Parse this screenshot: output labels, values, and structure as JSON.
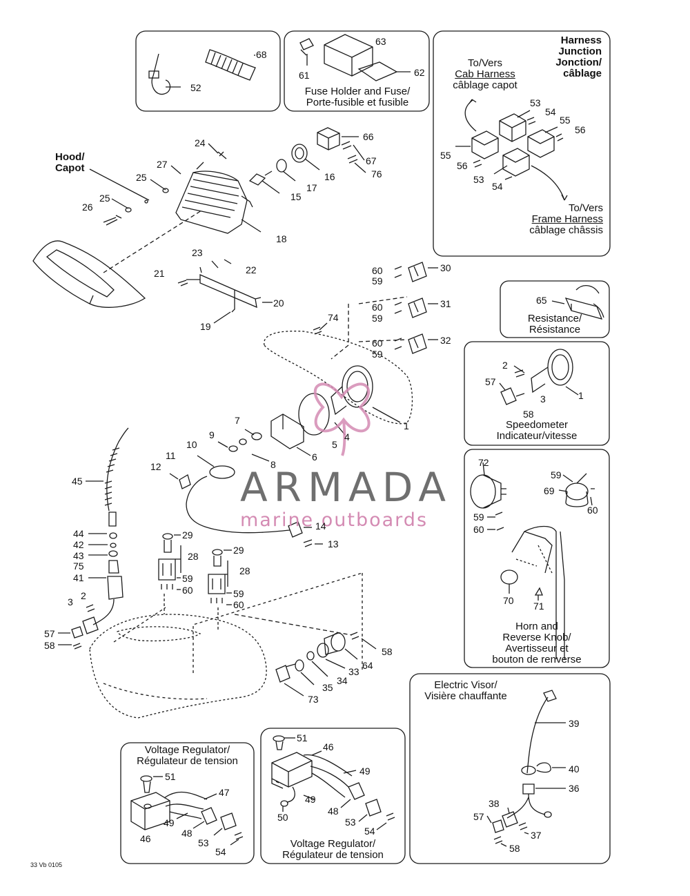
{
  "doc_id": "33 Vb 0105",
  "watermark": {
    "brand": "ARMADA",
    "tagline": "marine outboards",
    "color": "#d48bb3"
  },
  "captions": {
    "hood": [
      "Hood/",
      "Capot"
    ],
    "fuse": [
      "Fuse Holder and Fuse/",
      "Porte-fusible et fusible"
    ],
    "harness_title": [
      "Harness",
      "Junction",
      "Jonction/",
      "câblage"
    ],
    "to_cab": [
      "To/Vers",
      "Cab Harness",
      "câblage capot"
    ],
    "to_frame": [
      "To/Vers",
      "Frame Harness",
      "câblage châssis"
    ],
    "resistance": [
      "Resistance/",
      "Résistance"
    ],
    "speedometer": [
      "Speedometer",
      "Indicateur/vitesse"
    ],
    "horn": [
      "Horn and",
      "Reverse Knob/",
      "Avertisseur et",
      "bouton de renverse"
    ],
    "visor": [
      "Electric Visor/",
      "Visière chauffante"
    ],
    "vreg_left": [
      "Voltage Regulator/",
      "Régulateur de tension"
    ],
    "vreg_mid": [
      "Voltage Regulator/",
      "Régulateur de tension"
    ]
  },
  "callouts": [
    {
      "id": "c1",
      "text": "68"
    },
    {
      "id": "c2",
      "text": "52"
    },
    {
      "id": "c3",
      "text": "63"
    },
    {
      "id": "c4",
      "text": "61"
    },
    {
      "id": "c5",
      "text": "62"
    },
    {
      "id": "c6",
      "text": "53"
    },
    {
      "id": "c7",
      "text": "54"
    },
    {
      "id": "c8",
      "text": "55"
    },
    {
      "id": "c9",
      "text": "56"
    },
    {
      "id": "c10",
      "text": "55"
    },
    {
      "id": "c11",
      "text": "56"
    },
    {
      "id": "c12",
      "text": "53"
    },
    {
      "id": "c13",
      "text": "54"
    },
    {
      "id": "c14",
      "text": "66"
    },
    {
      "id": "c15",
      "text": "67"
    },
    {
      "id": "c16",
      "text": "76"
    },
    {
      "id": "c17",
      "text": "16"
    },
    {
      "id": "c18",
      "text": "17"
    },
    {
      "id": "c19",
      "text": "15"
    },
    {
      "id": "c20",
      "text": "24"
    },
    {
      "id": "c21",
      "text": "27"
    },
    {
      "id": "c22",
      "text": "25"
    },
    {
      "id": "c23",
      "text": "25"
    },
    {
      "id": "c24",
      "text": "26"
    },
    {
      "id": "c25",
      "text": "18"
    },
    {
      "id": "c26",
      "text": "23"
    },
    {
      "id": "c27",
      "text": "22"
    },
    {
      "id": "c28",
      "text": "21"
    },
    {
      "id": "c29",
      "text": "20"
    },
    {
      "id": "c30",
      "text": "19"
    },
    {
      "id": "c31",
      "text": "60"
    },
    {
      "id": "c32",
      "text": "59"
    },
    {
      "id": "c33",
      "text": "30"
    },
    {
      "id": "c34",
      "text": "60"
    },
    {
      "id": "c35",
      "text": "59"
    },
    {
      "id": "c36",
      "text": "31"
    },
    {
      "id": "c37",
      "text": "74"
    },
    {
      "id": "c38",
      "text": "60"
    },
    {
      "id": "c39",
      "text": "59"
    },
    {
      "id": "c40",
      "text": "32"
    },
    {
      "id": "c41",
      "text": "65"
    },
    {
      "id": "c42",
      "text": "2"
    },
    {
      "id": "c43",
      "text": "57"
    },
    {
      "id": "c44",
      "text": "3"
    },
    {
      "id": "c45",
      "text": "58"
    },
    {
      "id": "c46",
      "text": "1"
    },
    {
      "id": "c47",
      "text": "1"
    },
    {
      "id": "c48",
      "text": "7"
    },
    {
      "id": "c49",
      "text": "4"
    },
    {
      "id": "c50",
      "text": "5"
    },
    {
      "id": "c51",
      "text": "6"
    },
    {
      "id": "c52",
      "text": "9"
    },
    {
      "id": "c53",
      "text": "8"
    },
    {
      "id": "c54",
      "text": "10"
    },
    {
      "id": "c55",
      "text": "11"
    },
    {
      "id": "c56",
      "text": "12"
    },
    {
      "id": "c57",
      "text": "14"
    },
    {
      "id": "c58",
      "text": "13"
    },
    {
      "id": "c59",
      "text": "45"
    },
    {
      "id": "c60",
      "text": "44"
    },
    {
      "id": "c61",
      "text": "42"
    },
    {
      "id": "c62",
      "text": "43"
    },
    {
      "id": "c63",
      "text": "75"
    },
    {
      "id": "c64",
      "text": "41"
    },
    {
      "id": "c65",
      "text": "2"
    },
    {
      "id": "c66",
      "text": "3"
    },
    {
      "id": "c67",
      "text": "57"
    },
    {
      "id": "c68",
      "text": "58"
    },
    {
      "id": "c69",
      "text": "29"
    },
    {
      "id": "c70",
      "text": "28"
    },
    {
      "id": "c71",
      "text": "59"
    },
    {
      "id": "c72",
      "text": "60"
    },
    {
      "id": "c73",
      "text": "29"
    },
    {
      "id": "c74",
      "text": "28"
    },
    {
      "id": "c75",
      "text": "59"
    },
    {
      "id": "c76",
      "text": "60"
    },
    {
      "id": "c77",
      "text": "58"
    },
    {
      "id": "c78",
      "text": "64"
    },
    {
      "id": "c79",
      "text": "33"
    },
    {
      "id": "c80",
      "text": "34"
    },
    {
      "id": "c81",
      "text": "35"
    },
    {
      "id": "c82",
      "text": "73"
    },
    {
      "id": "c83",
      "text": "72"
    },
    {
      "id": "c84",
      "text": "59"
    },
    {
      "id": "c85",
      "text": "69"
    },
    {
      "id": "c86",
      "text": "60"
    },
    {
      "id": "c87",
      "text": "59"
    },
    {
      "id": "c88",
      "text": "60"
    },
    {
      "id": "c89",
      "text": "70"
    },
    {
      "id": "c90",
      "text": "71"
    },
    {
      "id": "c91",
      "text": "39"
    },
    {
      "id": "c92",
      "text": "40"
    },
    {
      "id": "c93",
      "text": "36"
    },
    {
      "id": "c94",
      "text": "38"
    },
    {
      "id": "c95",
      "text": "57"
    },
    {
      "id": "c96",
      "text": "37"
    },
    {
      "id": "c97",
      "text": "58"
    },
    {
      "id": "c98",
      "text": "51"
    },
    {
      "id": "c99",
      "text": "47"
    },
    {
      "id": "c100",
      "text": "49"
    },
    {
      "id": "c101",
      "text": "46"
    },
    {
      "id": "c102",
      "text": "48"
    },
    {
      "id": "c103",
      "text": "53"
    },
    {
      "id": "c104",
      "text": "54"
    },
    {
      "id": "c105",
      "text": "51"
    },
    {
      "id": "c106",
      "text": "46"
    },
    {
      "id": "c107",
      "text": "49"
    },
    {
      "id": "c108",
      "text": "49"
    },
    {
      "id": "c109",
      "text": "50"
    },
    {
      "id": "c110",
      "text": "48"
    },
    {
      "id": "c111",
      "text": "53"
    },
    {
      "id": "c112",
      "text": "54"
    }
  ]
}
